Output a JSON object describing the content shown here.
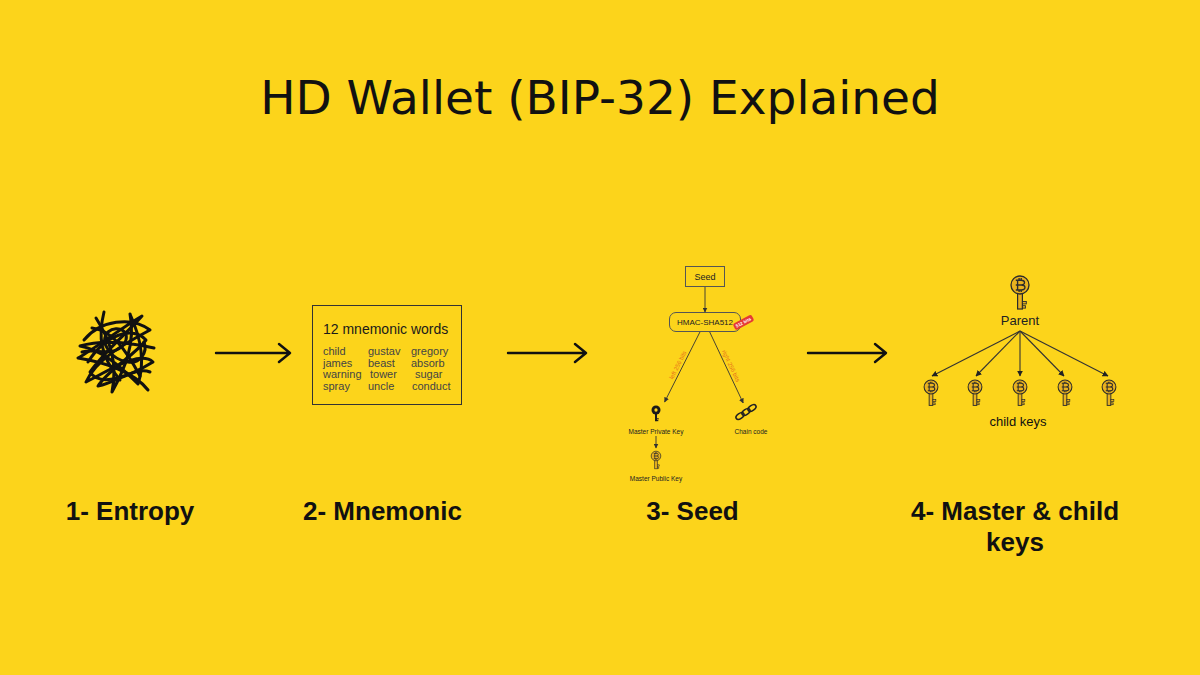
{
  "diagram": {
    "title": "HD Wallet (BIP-32) Explained",
    "nodes": [
      {
        "text": [
          "12 mnemonic words",
          "child",
          "gustav",
          "gregory",
          "james",
          "beast",
          "absorb",
          "warning",
          "tower",
          "sugar",
          "spray",
          "uncle",
          "conduct"
        ]
      },
      {
        "text": [
          "Seed"
        ]
      },
      {
        "text": [
          "HMAC-SHA512"
        ]
      },
      {
        "text": [
          "Master Private Key"
        ]
      },
      {
        "text": [
          "Master Public Key"
        ]
      },
      {
        "text": [
          "Chain code"
        ]
      },
      {
        "text": [
          "Parent"
        ]
      }
    ],
    "edges": [
      {
        "from": 1,
        "to": 2,
        "arrow": "to"
      },
      {
        "from": 2,
        "to": 3,
        "label": "left 256 bits",
        "arrow": "to"
      },
      {
        "from": 2,
        "to": 5,
        "label": "right 256 bits",
        "arrow": "to"
      },
      {
        "from": 3,
        "to": 4,
        "arrow": "to"
      }
    ],
    "labels": [
      "512 bits",
      "child keys",
      "1- Entropy",
      "2- Mnemonic",
      "3- Seed",
      "4- Master & child keys"
    ]
  }
}
